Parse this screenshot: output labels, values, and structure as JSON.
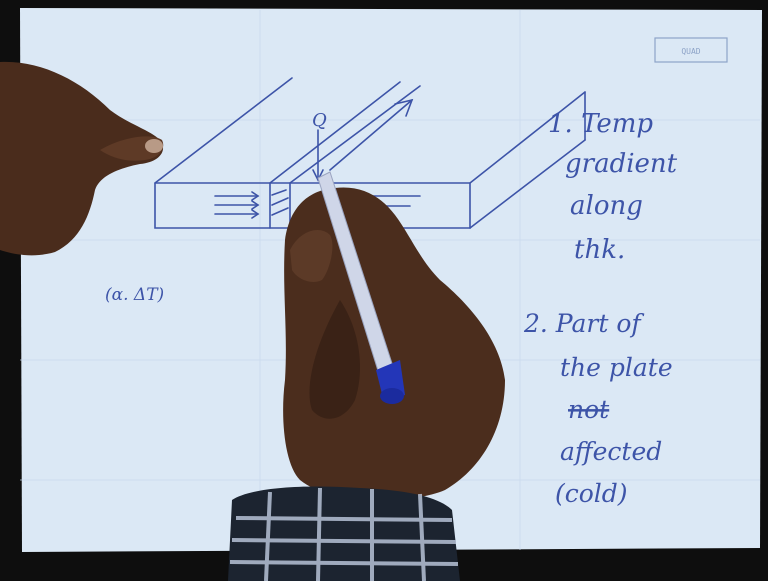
{
  "colors": {
    "paper": "#dbe8f5",
    "ink": "#3d54a8",
    "skin": "#4a2c1c",
    "shirt_dark": "#1c2430",
    "pen": "#cfd6e8",
    "pen_cap": "#2336b8"
  },
  "notes": {
    "item1": [
      "1. Temp",
      "gradient",
      "along",
      "thk."
    ],
    "item2": [
      "2. Part of",
      "the plate",
      "not",
      "affected",
      "(cold)"
    ]
  },
  "diagram": {
    "heat_label": "Q",
    "formula": "(α. ΔT)"
  },
  "stamp": "QUAD"
}
